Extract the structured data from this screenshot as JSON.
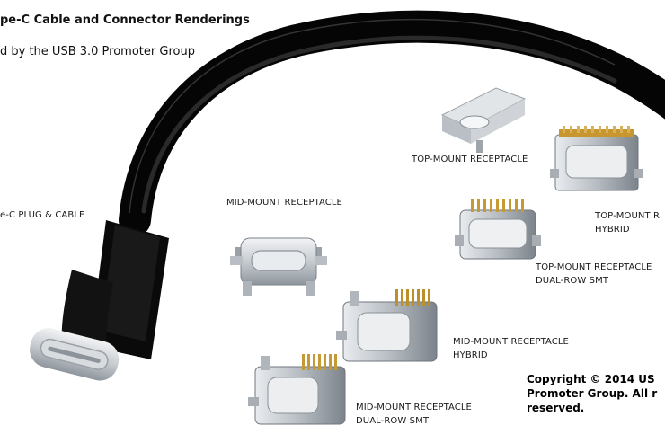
{
  "header": {
    "title": "pe-C Cable and Connector Renderings",
    "subtitle": "d by the USB 3.0 Promoter Group"
  },
  "labels": {
    "plug_cable": "e-C PLUG & CABLE",
    "mid_mount": "MID-MOUNT RECEPTACLE",
    "top_mount": "TOP-MOUNT RECEPTACLE",
    "top_mount_hybrid_line1": "TOP-MOUNT R",
    "top_mount_hybrid_line2": "HYBRID",
    "top_mount_dual_line1": "TOP-MOUNT RECEPTACLE",
    "top_mount_dual_line2": "DUAL-ROW SMT",
    "mid_mount_hybrid_line1": "MID-MOUNT RECEPTACLE",
    "mid_mount_hybrid_line2": "HYBRID",
    "mid_mount_dual_line1": "MID-MOUNT RECEPTACLE",
    "mid_mount_dual_line2": "DUAL-ROW SMT"
  },
  "copyright": {
    "line1": "Copyright © 2014 US",
    "line2": "Promoter Group. All r",
    "line3": "reserved."
  },
  "colors": {
    "background": "#ffffff",
    "cable": "#0c0c0c",
    "metal": "#c9cdd1",
    "gold": "#b8942c"
  }
}
